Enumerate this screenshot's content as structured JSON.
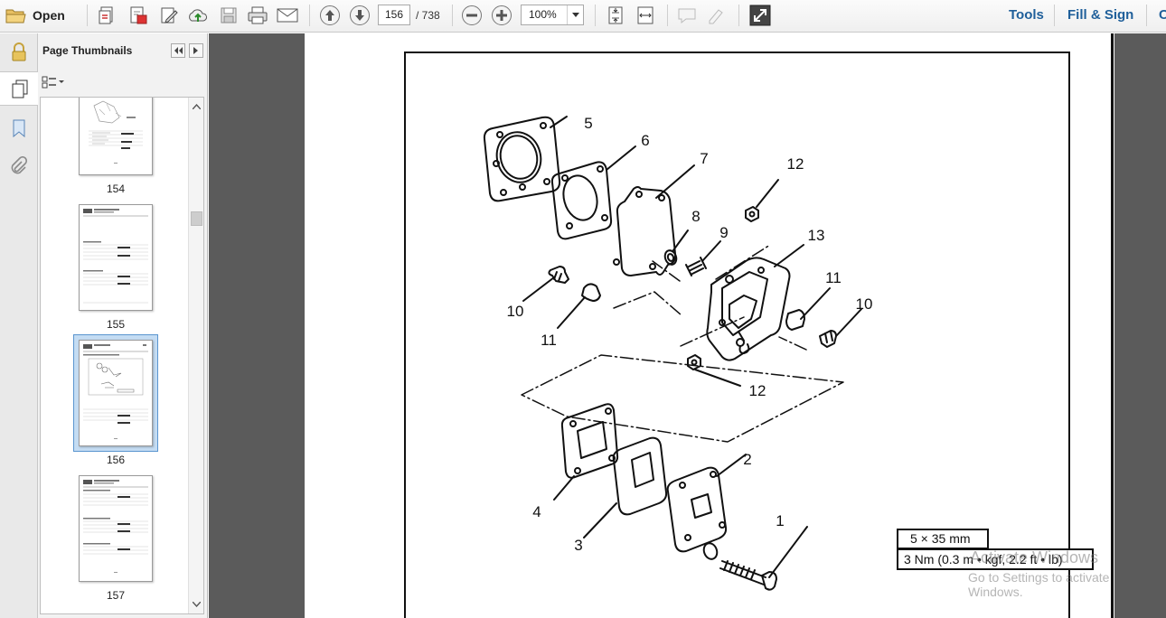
{
  "toolbar": {
    "open_label": "Open",
    "current_page": "156",
    "total_pages": "/ 738",
    "zoom": "100%",
    "tools_label": "Tools",
    "fill_sign_label": "Fill & Sign",
    "comment_label": "C"
  },
  "panel": {
    "title": "Page Thumbnails",
    "thumbnails": [
      {
        "label": "154",
        "selected": false
      },
      {
        "label": "155",
        "selected": false
      },
      {
        "label": "156",
        "selected": true
      },
      {
        "label": "157",
        "selected": false
      }
    ]
  },
  "document": {
    "callouts": [
      "1",
      "2",
      "3",
      "4",
      "5",
      "6",
      "7",
      "8",
      "9",
      "10",
      "10",
      "11",
      "11",
      "12",
      "12",
      "13"
    ],
    "spec_size": "5 × 35 mm",
    "spec_torque": "3 Nm (0.3 m • kgf, 2.2 ft • lb)"
  },
  "watermark": {
    "line1": "Activate Windows",
    "line2": "Go to Settings to activate Windows."
  },
  "icons": [
    "folder-icon",
    "create-pdf-icon",
    "convert-pdf-icon",
    "edit-icon",
    "upload-cloud-icon",
    "save-icon",
    "print-icon",
    "email-icon",
    "page-up-icon",
    "page-down-icon",
    "zoom-out-icon",
    "zoom-in-icon",
    "fit-page-icon",
    "fit-width-icon",
    "comment-icon",
    "highlight-icon",
    "fullscreen-icon",
    "lock-icon",
    "pages-icon",
    "bookmark-icon",
    "attachment-icon"
  ]
}
